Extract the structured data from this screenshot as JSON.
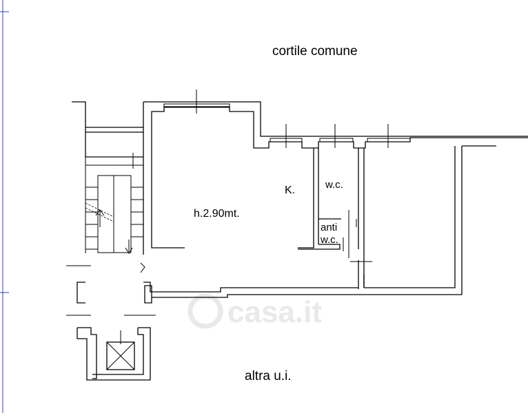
{
  "labels": {
    "courtyard": "cortile comune",
    "other_unit": "altra u.i.",
    "ceiling_height": "h.2.90mt.",
    "kitchen": "K.",
    "wc": "w.c.",
    "anti": "anti",
    "anti_wc": "w.c."
  },
  "watermark": {
    "text": "casa.it",
    "color": "#e6e6e6"
  },
  "colors": {
    "walls": "#000000",
    "frame_marks": "#3a3aa8"
  }
}
